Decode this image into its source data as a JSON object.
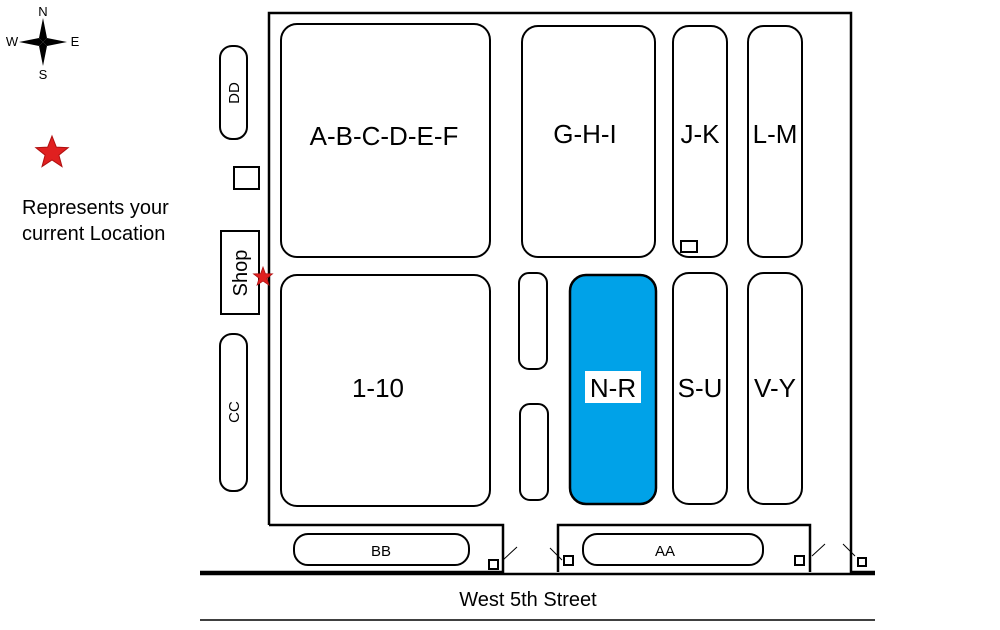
{
  "compass": {
    "n": "N",
    "s": "S",
    "e": "E",
    "w": "W"
  },
  "legend": {
    "line1": "Represents your",
    "line2": "current Location",
    "star_color": "#e02020"
  },
  "street": {
    "label": "West 5th Street"
  },
  "highlight_color": "#00a2e8",
  "sections": {
    "abcdef": "A-B-C-D-E-F",
    "ghi": "G-H-I",
    "jk": "J-K",
    "lm": "L-M",
    "one_ten": "1-10",
    "nr": "N-R",
    "su": "S-U",
    "vy": "V-Y",
    "dd": "DD",
    "cc": "CC",
    "shop": "Shop",
    "bb": "BB",
    "aa": "AA"
  }
}
